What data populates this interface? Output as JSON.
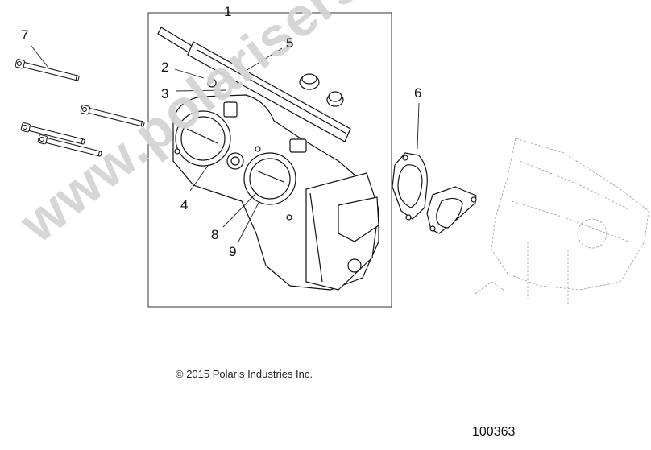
{
  "diagram": {
    "callouts": [
      {
        "id": "1",
        "label": "1"
      },
      {
        "id": "2",
        "label": "2"
      },
      {
        "id": "3",
        "label": "3"
      },
      {
        "id": "4",
        "label": "4"
      },
      {
        "id": "5",
        "label": "5"
      },
      {
        "id": "6",
        "label": "6"
      },
      {
        "id": "7",
        "label": "7"
      },
      {
        "id": "8",
        "label": "8"
      },
      {
        "id": "9",
        "label": "9"
      }
    ],
    "copyright": "© 2015 Polaris Industries Inc.",
    "diagram_number": "100363",
    "watermark": "www.polarisersatzteile.de"
  },
  "colors": {
    "line": "#111111",
    "watermark": "#d0d0d0",
    "background": "#ffffff",
    "ghost_part": "#9a9a9a"
  }
}
